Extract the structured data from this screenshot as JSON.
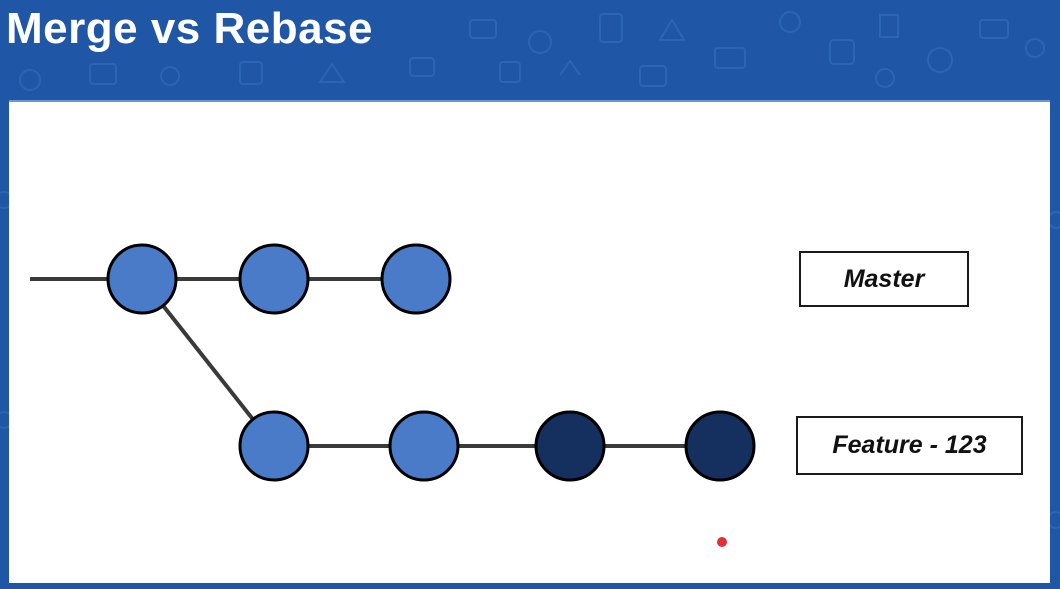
{
  "slide": {
    "title": "Merge vs Rebase"
  },
  "diagram": {
    "branches": [
      {
        "id": "master",
        "label": "Master"
      },
      {
        "id": "feature",
        "label": "Feature - 123"
      }
    ],
    "commits": [
      {
        "id": "m1",
        "branch": "master",
        "color": "#4a7bc9"
      },
      {
        "id": "m2",
        "branch": "master",
        "color": "#4a7bc9"
      },
      {
        "id": "m3",
        "branch": "master",
        "color": "#4a7bc9"
      },
      {
        "id": "f1",
        "branch": "feature",
        "color": "#4a7bc9"
      },
      {
        "id": "f2",
        "branch": "feature",
        "color": "#4a7bc9"
      },
      {
        "id": "f3",
        "branch": "feature",
        "color": "#15305e"
      },
      {
        "id": "f4",
        "branch": "feature",
        "color": "#15305e"
      }
    ],
    "edges": [
      {
        "from": "start",
        "to": "m1"
      },
      {
        "from": "m1",
        "to": "m2"
      },
      {
        "from": "m2",
        "to": "m3"
      },
      {
        "from": "m1",
        "to": "f1"
      },
      {
        "from": "f1",
        "to": "f2"
      },
      {
        "from": "f2",
        "to": "f3"
      },
      {
        "from": "f3",
        "to": "f4"
      }
    ],
    "pointer_color": "#e0303a"
  },
  "colors": {
    "background": "#1f56a5",
    "panel": "#ffffff",
    "line": "#3a3a3a",
    "node_outline": "#000000"
  }
}
